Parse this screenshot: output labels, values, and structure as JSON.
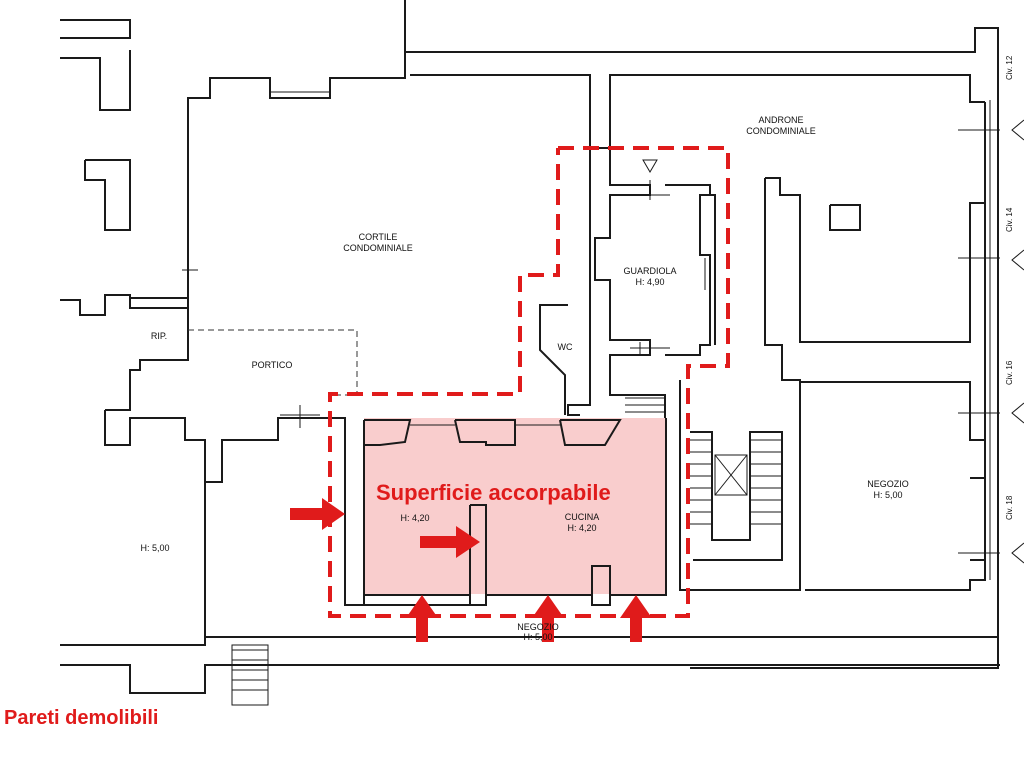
{
  "colors": {
    "accent_red": "#e01b1b",
    "highlight_fill": "#f8c8c8",
    "wall": "#1a1a1a"
  },
  "rooms": {
    "cortile": [
      "CORTILE",
      "CONDOMINIALE"
    ],
    "androne": [
      "ANDRONE",
      "CONDOMINIALE"
    ],
    "guardiola": [
      "GUARDIOLA",
      "H: 4,90"
    ],
    "rip": "RIP.",
    "portico": "PORTICO",
    "wc": "WC",
    "h420": "H: 4,20",
    "cucina": [
      "CUCINA",
      "H: 4,20"
    ],
    "negozio_right": [
      "NEGOZIO",
      "H: 5,00"
    ],
    "negozio_bottom": [
      "NEGOZIO",
      "H: 5,00"
    ],
    "h500_left": "H: 5,00"
  },
  "civici": [
    "Civ. 12",
    "Civ. 14",
    "Civ. 16",
    "Civ. 18"
  ],
  "labels": {
    "superficie": "Superficie accorpabile",
    "pareti": "Pareti demolibili"
  },
  "icons": [
    "arrow-right-icon",
    "arrow-up-icon",
    "triangle-marker-icon"
  ]
}
